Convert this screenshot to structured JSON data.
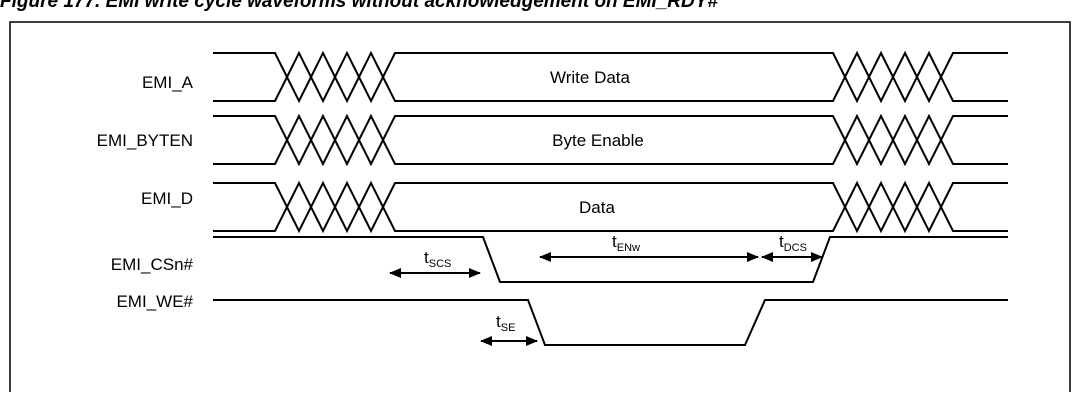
{
  "figure": {
    "caption": "Figure 177. EMI write cycle waveforms without acknowledgement on EMI_RDY#"
  },
  "signals": [
    {
      "id": "a",
      "label": "EMI_A",
      "kind": "bus",
      "value": "Write Data"
    },
    {
      "id": "byten",
      "label": "EMI_BYTEN",
      "kind": "bus",
      "value": "Byte Enable"
    },
    {
      "id": "d",
      "label": "EMI_D",
      "kind": "bus",
      "value": "Data"
    },
    {
      "id": "csn",
      "label": "EMI_CSn#",
      "kind": "active-low strobe"
    },
    {
      "id": "we",
      "label": "EMI_WE#",
      "kind": "active-low strobe"
    }
  ],
  "timings": [
    {
      "id": "scs",
      "main": "t",
      "sub": "SCS"
    },
    {
      "id": "enw",
      "main": "t",
      "sub": "ENw"
    },
    {
      "id": "dcs",
      "main": "t",
      "sub": "DCS"
    },
    {
      "id": "se",
      "main": "t",
      "sub": "SE"
    }
  ]
}
